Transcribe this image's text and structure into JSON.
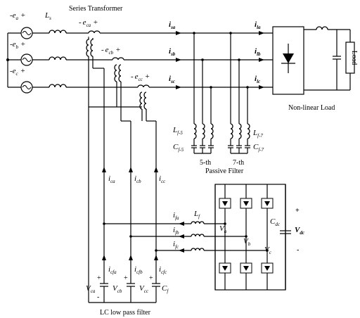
{
  "sources": [
    {
      "label": "-e",
      "sub": "a",
      "sign": "+"
    },
    {
      "label": "-e",
      "sub": "b",
      "sign": "+"
    },
    {
      "label": "-e",
      "sub": "c",
      "sign": "+"
    }
  ],
  "ls_label": "L",
  "ls_sub": "s",
  "series_transformer": {
    "title": "Series Transformer",
    "voltages": [
      {
        "minus": "-",
        "label": "e",
        "sub": "ca",
        "plus": "+"
      },
      {
        "minus": "-",
        "label": "e",
        "sub": "cb",
        "plus": "+"
      },
      {
        "minus": "-",
        "label": "e",
        "sub": "cc",
        "plus": "+"
      }
    ]
  },
  "line_currents": [
    {
      "label": "i",
      "sub": "sa"
    },
    {
      "label": "i",
      "sub": "sb"
    },
    {
      "label": "i",
      "sub": "sc"
    }
  ],
  "load_currents": [
    {
      "label": "i",
      "sub": "la"
    },
    {
      "label": "i",
      "sub": "lb"
    },
    {
      "label": "i",
      "sub": "lc"
    }
  ],
  "load": {
    "label": "Load",
    "caption": "Non-linear Load"
  },
  "passive_filter": {
    "lf5": "L",
    "lf5_sub": "f-5",
    "cf5": "C",
    "cf5_sub": "f-5",
    "lf7": "L",
    "lf7_sub": "f-7",
    "cf7": "C",
    "cf7_sub": "f-7",
    "fifth": "5-th",
    "seventh": "7-th",
    "caption": "Passive Filter"
  },
  "comp_currents": [
    {
      "label": "i",
      "sub": "ca"
    },
    {
      "label": "i",
      "sub": "cb"
    },
    {
      "label": "i",
      "sub": "cc"
    }
  ],
  "filter_currents": [
    {
      "label": "i",
      "sub": "fa"
    },
    {
      "label": "i",
      "sub": "fb"
    },
    {
      "label": "i",
      "sub": "fc"
    }
  ],
  "lf_label": "L",
  "lf_sub": "f",
  "node_voltages": [
    {
      "label": "V",
      "sub": "a"
    },
    {
      "label": "V",
      "sub": "b"
    },
    {
      "label": "V",
      "sub": "c"
    }
  ],
  "dc_link": {
    "cap": "C",
    "cap_sub": "dc",
    "plus": "+",
    "minus": "-",
    "volt": "V",
    "volt_sub": "dc"
  },
  "lc_filter": {
    "cap_currents": [
      {
        "label": "i",
        "sub": "cfa"
      },
      {
        "label": "i",
        "sub": "cfb"
      },
      {
        "label": "i",
        "sub": "cfc"
      }
    ],
    "cap_voltages": [
      {
        "label": "V",
        "sub": "ca",
        "plus": "+",
        "minus": "-"
      },
      {
        "label": "V",
        "sub": "cb",
        "plus": "+",
        "minus": ""
      },
      {
        "label": "V",
        "sub": "cc",
        "plus": "+",
        "minus": ""
      }
    ],
    "cf_label": "C",
    "cf_sub": "f",
    "caption": "LC low pass filter"
  }
}
